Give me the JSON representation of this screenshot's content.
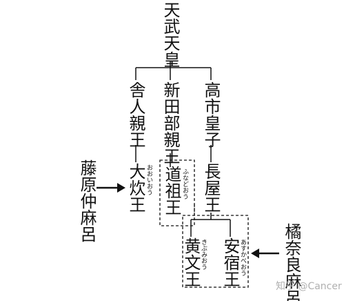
{
  "people": {
    "tenmu": "天武天皇",
    "toneri": "舎人親王",
    "niitabe": "新田部親王",
    "takechi": "高市皇子",
    "oi": "大炊王",
    "oi_ruby": "おおいおう",
    "funado": "道祖王",
    "funado_ruby": "ふなどおう",
    "nagaya": "長屋王",
    "kibumi": "黄文王",
    "kibumi_ruby": "きぶみおう",
    "asukabe": "安宿王",
    "asukabe_ruby": "あすかべおう",
    "nakamaro": "藤原仲麻呂",
    "naramaro": "橘奈良麻呂"
  },
  "watermark": "知乎 @Cancer",
  "colors": {
    "line": "#111111",
    "dashed": "#111111",
    "watermark": "#b0b0b0"
  }
}
